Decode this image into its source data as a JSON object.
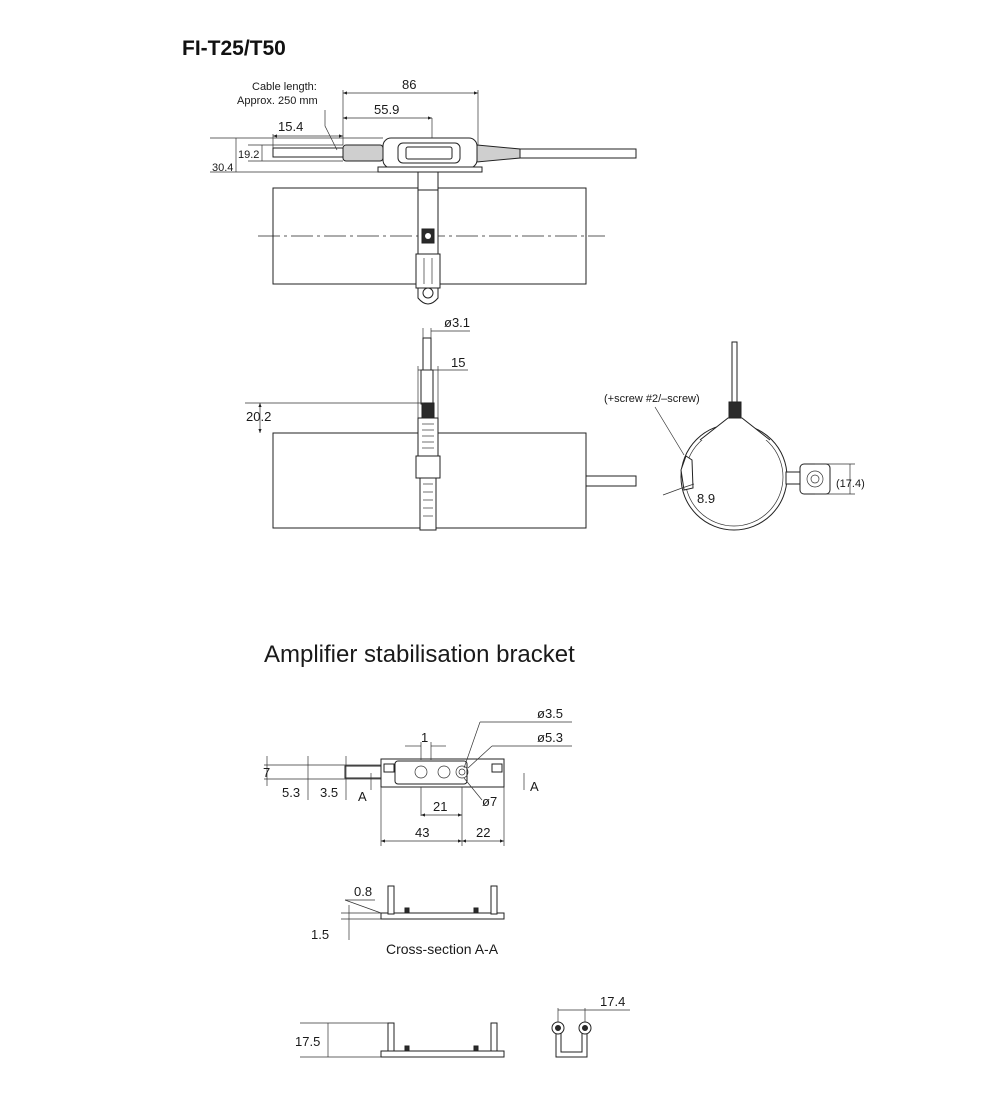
{
  "title": "FI-T25/T50",
  "top_view": {
    "cable_note_line1": "Cable length:",
    "cable_note_line2": "Approx. 250 mm",
    "dim_86": "86",
    "dim_55_9": "55.9",
    "dim_15_4": "15.4",
    "dim_19_2": "19.2",
    "dim_30_4": "30.4"
  },
  "side_view": {
    "dim_dia_3_1": "ø3.1",
    "dim_15": "15",
    "dim_20_2": "20.2"
  },
  "end_view": {
    "screw_note": "(+screw #2/–screw)",
    "dim_8_9": "8.9",
    "dim_17_4": "(17.4)"
  },
  "bracket": {
    "heading": "Amplifier stabilisation bracket",
    "dim_dia_3_5": "ø3.5",
    "dim_dia_5_3": "ø5.3",
    "dim_1": "1",
    "dim_7": "7",
    "dim_5_3": "5.3",
    "dim_3_5": "3.5",
    "section_mark_left": "A",
    "section_mark_right": "A",
    "dim_21": "21",
    "dim_dia_7": "ø7",
    "dim_43": "43",
    "dim_22": "22",
    "dim_0_8": "0.8",
    "dim_1_5": "1.5",
    "section_caption": "Cross-section A-A",
    "dim_17_5": "17.5",
    "dim_17_4": "17.4"
  }
}
